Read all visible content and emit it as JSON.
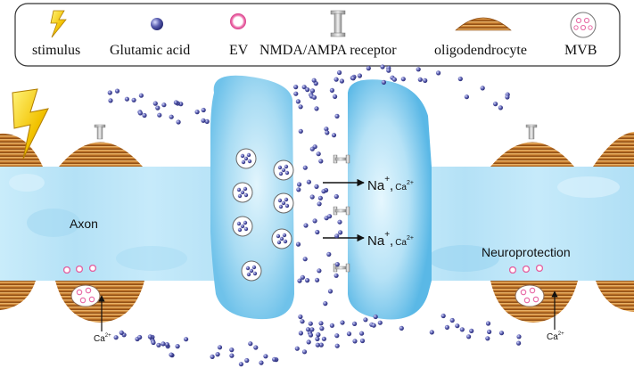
{
  "legend": {
    "items": [
      {
        "icon": "lightning-bolt-icon",
        "label": "stimulus"
      },
      {
        "icon": "glutamate-dot-icon",
        "label": "Glutamic acid"
      },
      {
        "icon": "ev-vesicle-icon",
        "label": "EV"
      },
      {
        "icon": "receptor-icon",
        "label": "NMDA/AMPA receptor"
      },
      {
        "icon": "oligodendrocyte-icon",
        "label": "oligodendrocyte"
      },
      {
        "icon": "mvb-icon",
        "label": "MVB"
      }
    ]
  },
  "diagram": {
    "axon_label": "Axon",
    "neuroprotection_label": "Neuroprotection",
    "na_symbol": "Na",
    "na_charge": "+",
    "ca_symbol": "Ca",
    "ca_charge": "2+",
    "comma": ","
  },
  "colors": {
    "axon_blue": "#bfe6f7",
    "glutamate": "#5b5fb0",
    "ev_pink": "#e8529a",
    "oligo_brown": "#b5651d"
  }
}
